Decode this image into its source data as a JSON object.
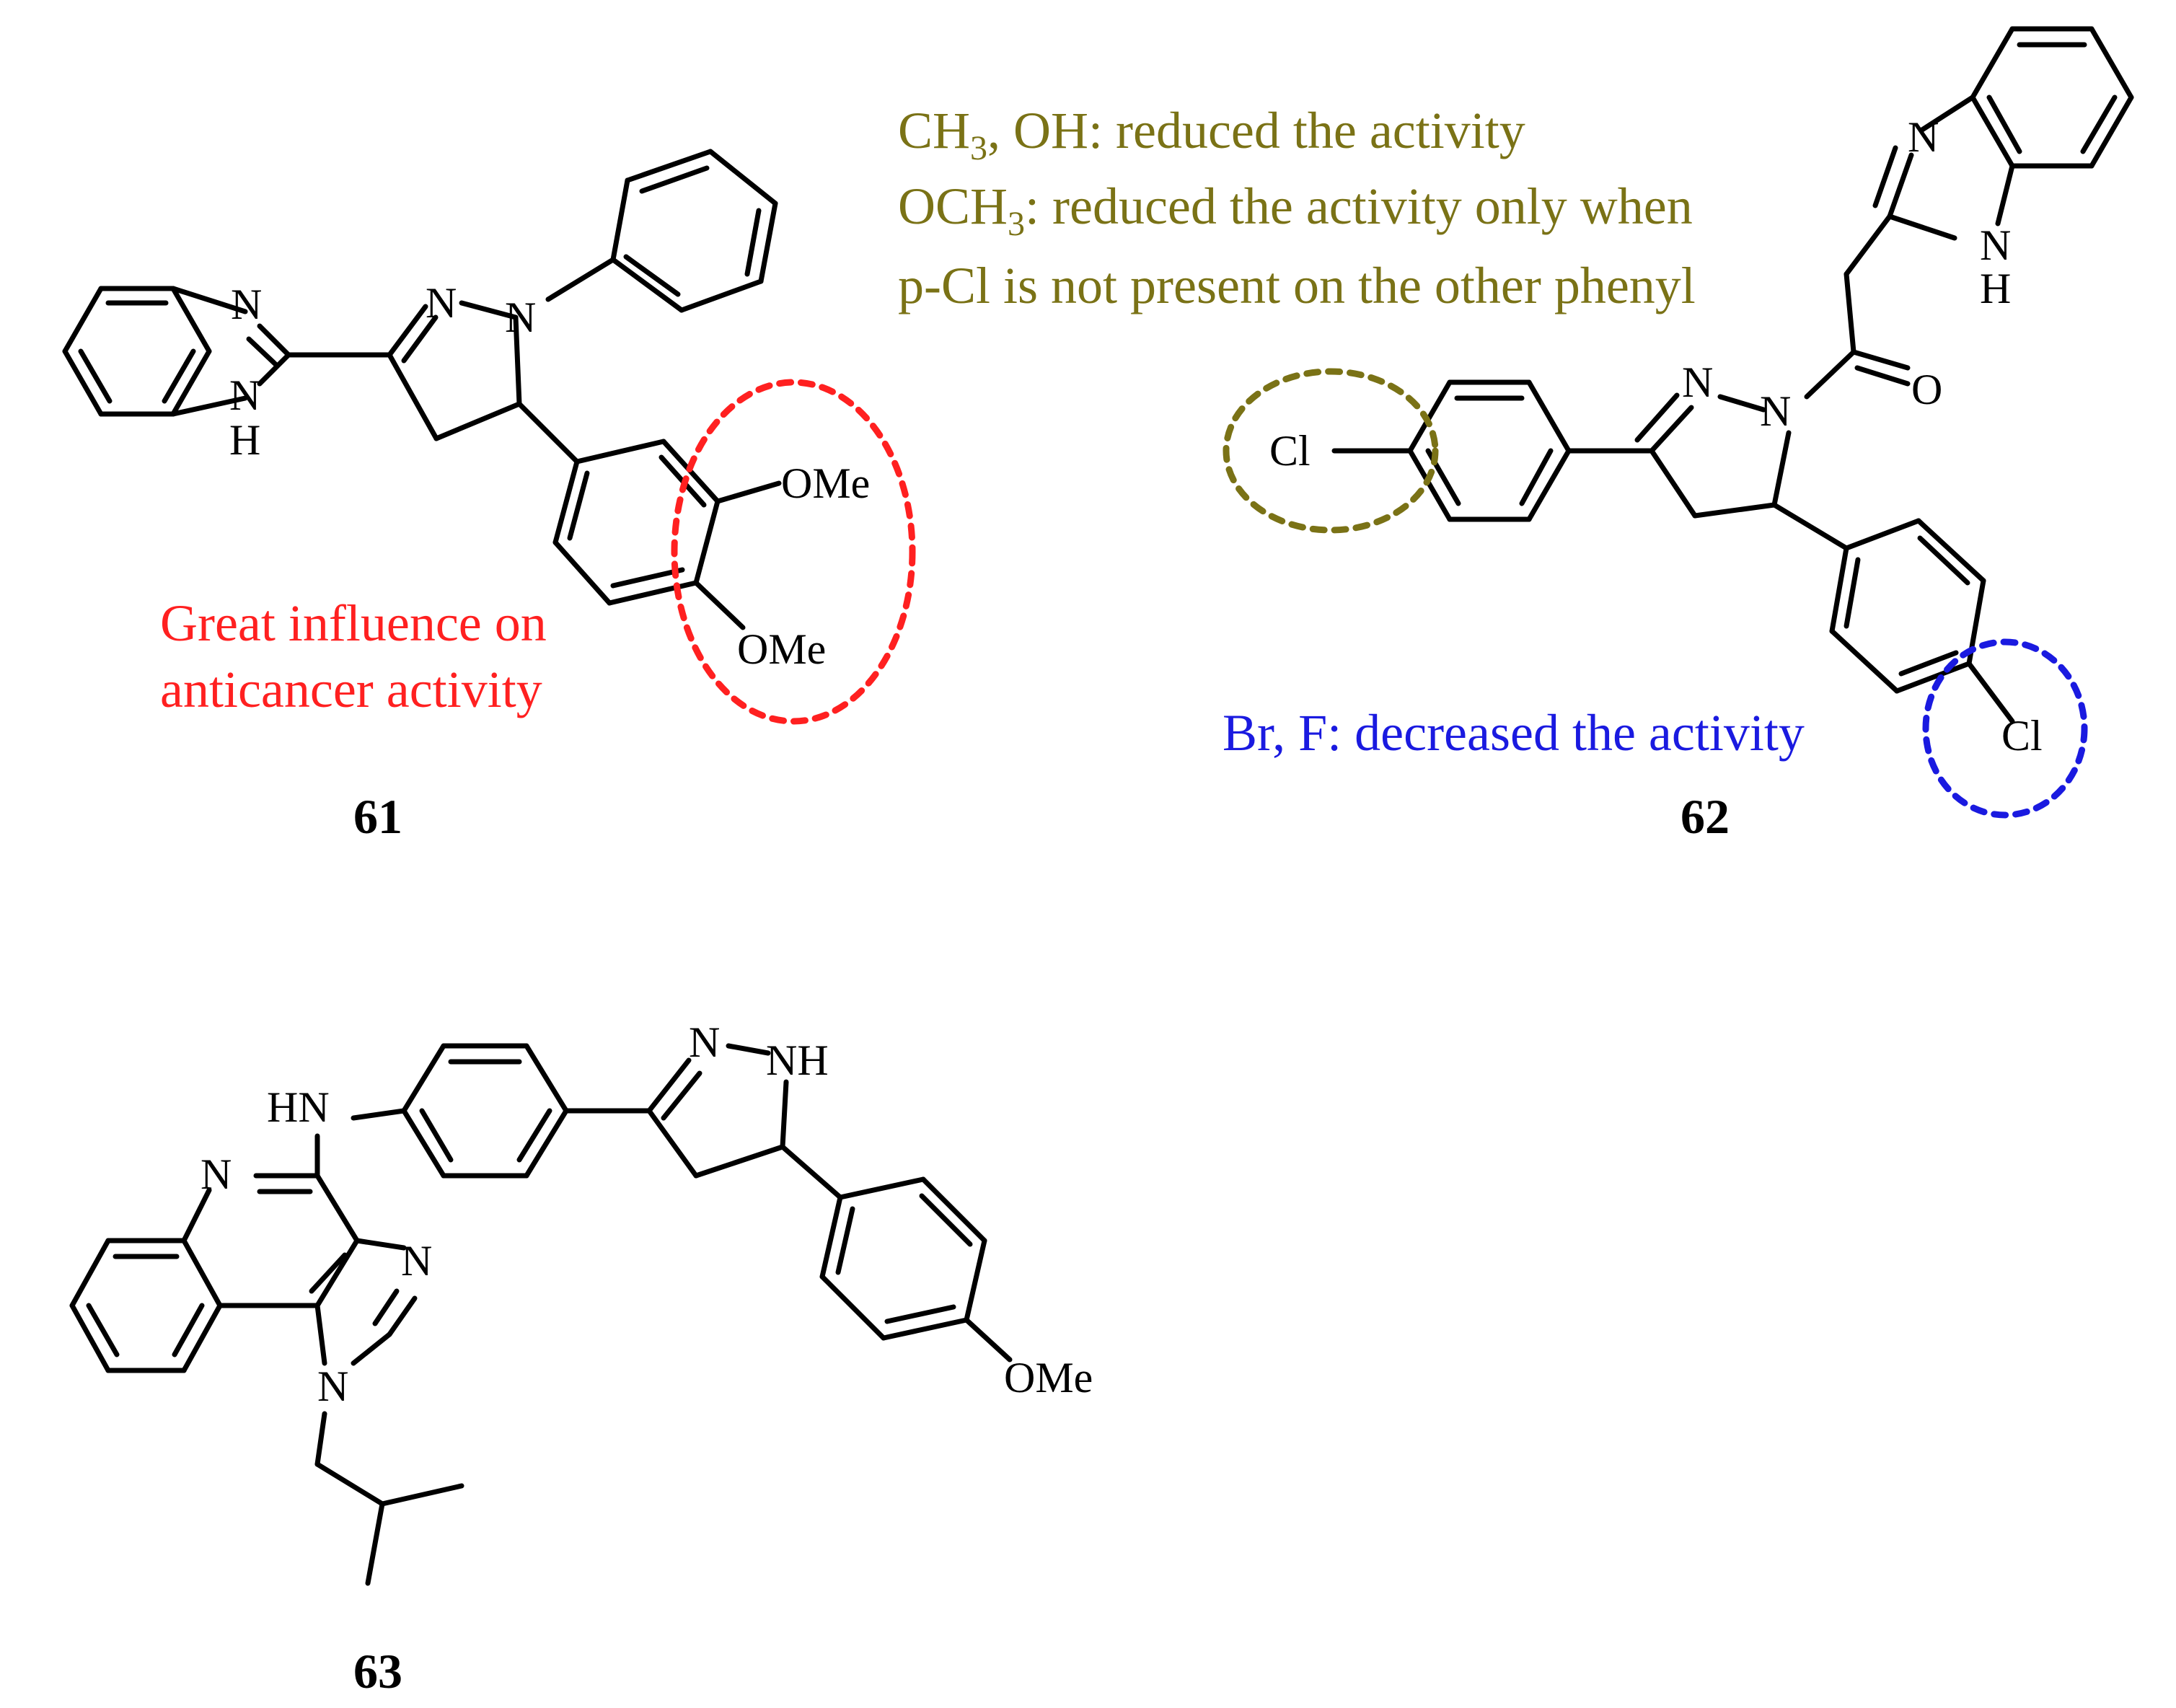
{
  "colors": {
    "red": "#ff2020",
    "olive": "#7a7216",
    "blue": "#1a1ae0"
  },
  "compounds": {
    "c61": {
      "label": "61",
      "atoms": {
        "n1": "N",
        "n2": "N",
        "nh": "N",
        "h": "H",
        "pz_n2": "N",
        "pz_n1": "N",
        "ome1": "OMe",
        "ome2": "OMe"
      },
      "annotation": {
        "line1": "Great influence on",
        "line2": "anticancer activity"
      }
    },
    "c62": {
      "label": "62",
      "atoms": {
        "bim_n": "N",
        "bim_nh": "N",
        "bim_h": "H",
        "pz_n2": "N",
        "pz_n1": "N",
        "o": "O",
        "cl1": "Cl",
        "cl2": "Cl"
      },
      "annotation_olive": {
        "line1_a": "CH",
        "line1_sub": "3",
        "line1_b": ", OH: reduced the activity",
        "line2_a": "OCH",
        "line2_sub": "3",
        "line2_b": ": reduced the activity only when",
        "line3": "p-Cl is not present on the other phenyl"
      },
      "annotation_blue": "Br, F: decreased the activity"
    },
    "c63": {
      "label": "63",
      "atoms": {
        "hn": "HN",
        "n_quin": "N",
        "n_im": "N",
        "n_im2": "N",
        "pz_n": "N",
        "pz_nh": "NH",
        "ome": "OMe"
      }
    }
  }
}
